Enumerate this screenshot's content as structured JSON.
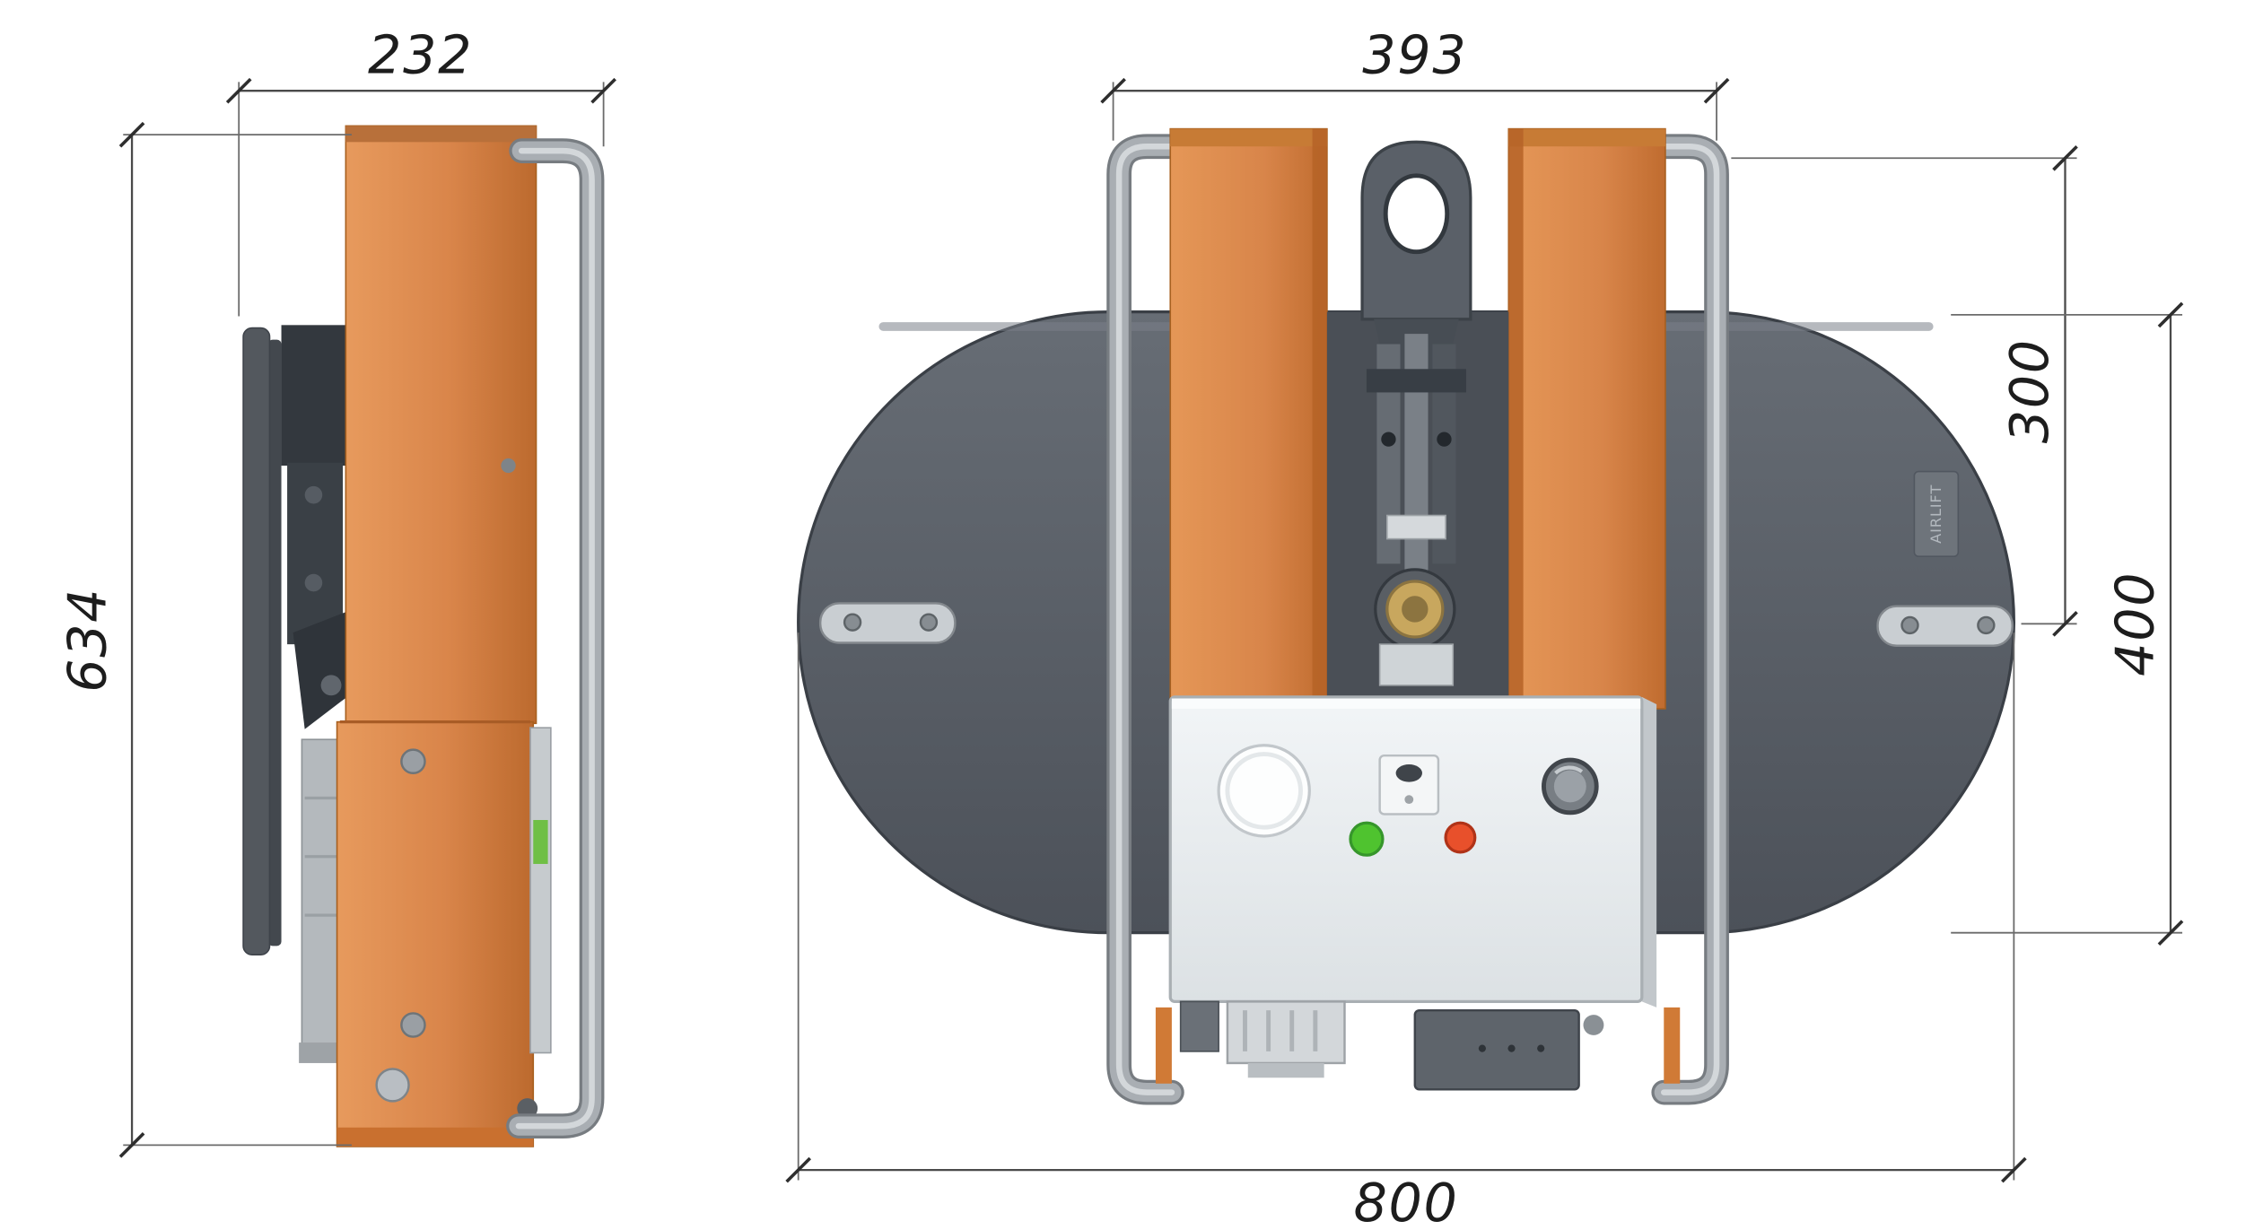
{
  "diagram": {
    "type": "technical-drawing",
    "units": "mm",
    "side_view": {
      "dim_width_top": "232",
      "dim_height_left": "634"
    },
    "front_view": {
      "dim_width_top": "393",
      "dim_right_inner": "300",
      "dim_right_outer": "400",
      "dim_width_bottom": "800",
      "brand_label": "AIRLIFT"
    },
    "colors": {
      "body_orange": "#d9854a",
      "orange_shadow": "#bc6a2e",
      "plate_gray": "#575d65",
      "tube_gray": "#a9aeb3",
      "panel_white": "#e9edef",
      "button_green": "#4fc32f",
      "button_red": "#e8502b",
      "dim_line": "#4a4a4a",
      "background": "#ffffff"
    }
  }
}
